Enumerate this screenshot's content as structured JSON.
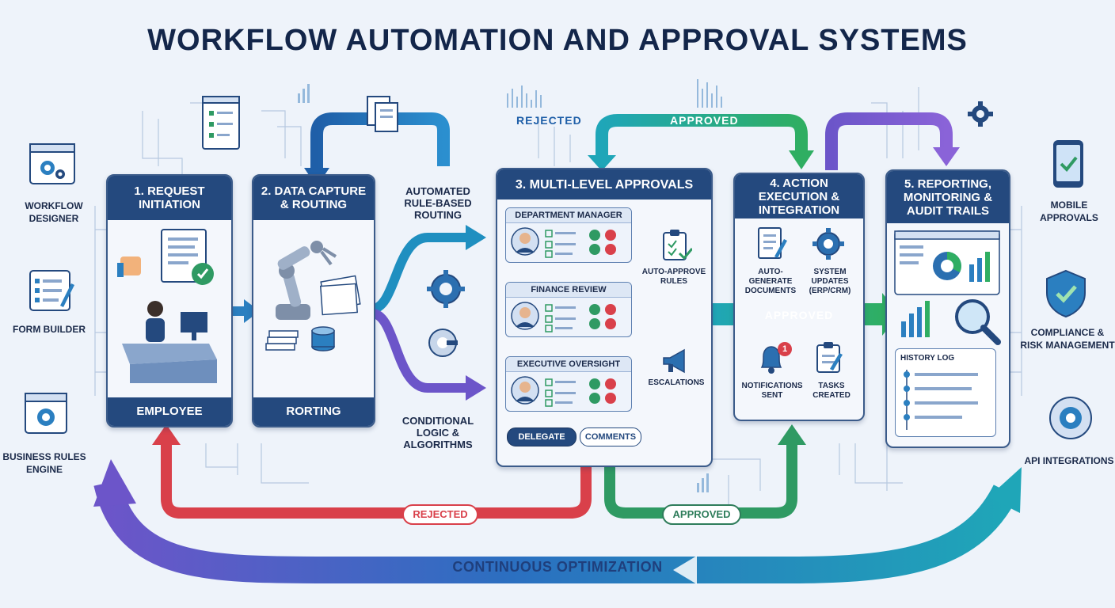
{
  "title": "WORKFLOW AUTOMATION AND APPROVAL SYSTEMS",
  "stages": {
    "s1": {
      "title": "1. REQUEST INITIATION",
      "footer": "EMPLOYEE"
    },
    "s2": {
      "title": "2. DATA CAPTURE & ROUTING",
      "footer": "RORTING"
    },
    "s3": {
      "title": "3. MULTI-LEVEL APPROVALS"
    },
    "s4": {
      "title": "4. ACTION EXECUTION & INTEGRATION"
    },
    "s5": {
      "title": "5. REPORTING, MONITORING & AUDIT TRAILS"
    }
  },
  "approvals": {
    "levels": [
      "DEPARTMENT MANAGER",
      "FINANCE REVIEW",
      "EXECUTIVE OVERSIGHT"
    ],
    "buttons": {
      "delegate": "DELEGATE",
      "comments": "COMMENTS"
    },
    "auto_approve": "AUTO-APPROVE RULES",
    "escalations": "ESCALATIONS"
  },
  "execution": {
    "auto_docs": "AUTO-GENERATE DOCUMENTS",
    "system_updates": "SYSTEM UPDATES (ERP/CRM)",
    "approved_band": "APPROVED",
    "notifications": "NOTIFICATIONS SENT",
    "tasks": "TASKS CREATED",
    "badge": "1"
  },
  "reporting": {
    "history": "HISTORY LOG"
  },
  "routing": {
    "automated": "AUTOMATED RULE-BASED ROUTING",
    "conditional": "CONDITIONAL LOGIC & ALGORITHMS"
  },
  "flows": {
    "rejected_top": "REJECTED",
    "approved_top": "APPROVED",
    "rejected_bottom": "REJECTED",
    "approved_bottom": "APPROVED",
    "continuous": "CONTINUOUS OPTIMIZATION"
  },
  "left_tools": [
    "WORKFLOW DESIGNER",
    "FORM BUILDER",
    "BUSINESS RULES ENGINE"
  ],
  "right_tools": [
    "MOBILE APPROVALS",
    "COMPLIANCE & RISK MANAGEMENT",
    "API INTEGRATIONS"
  ],
  "colors": {
    "navy": "#24497e",
    "blue": "#2b7fc0",
    "teal": "#1fa6b8",
    "green": "#2f9a63",
    "red": "#d9404a",
    "purple": "#6c55c9"
  }
}
